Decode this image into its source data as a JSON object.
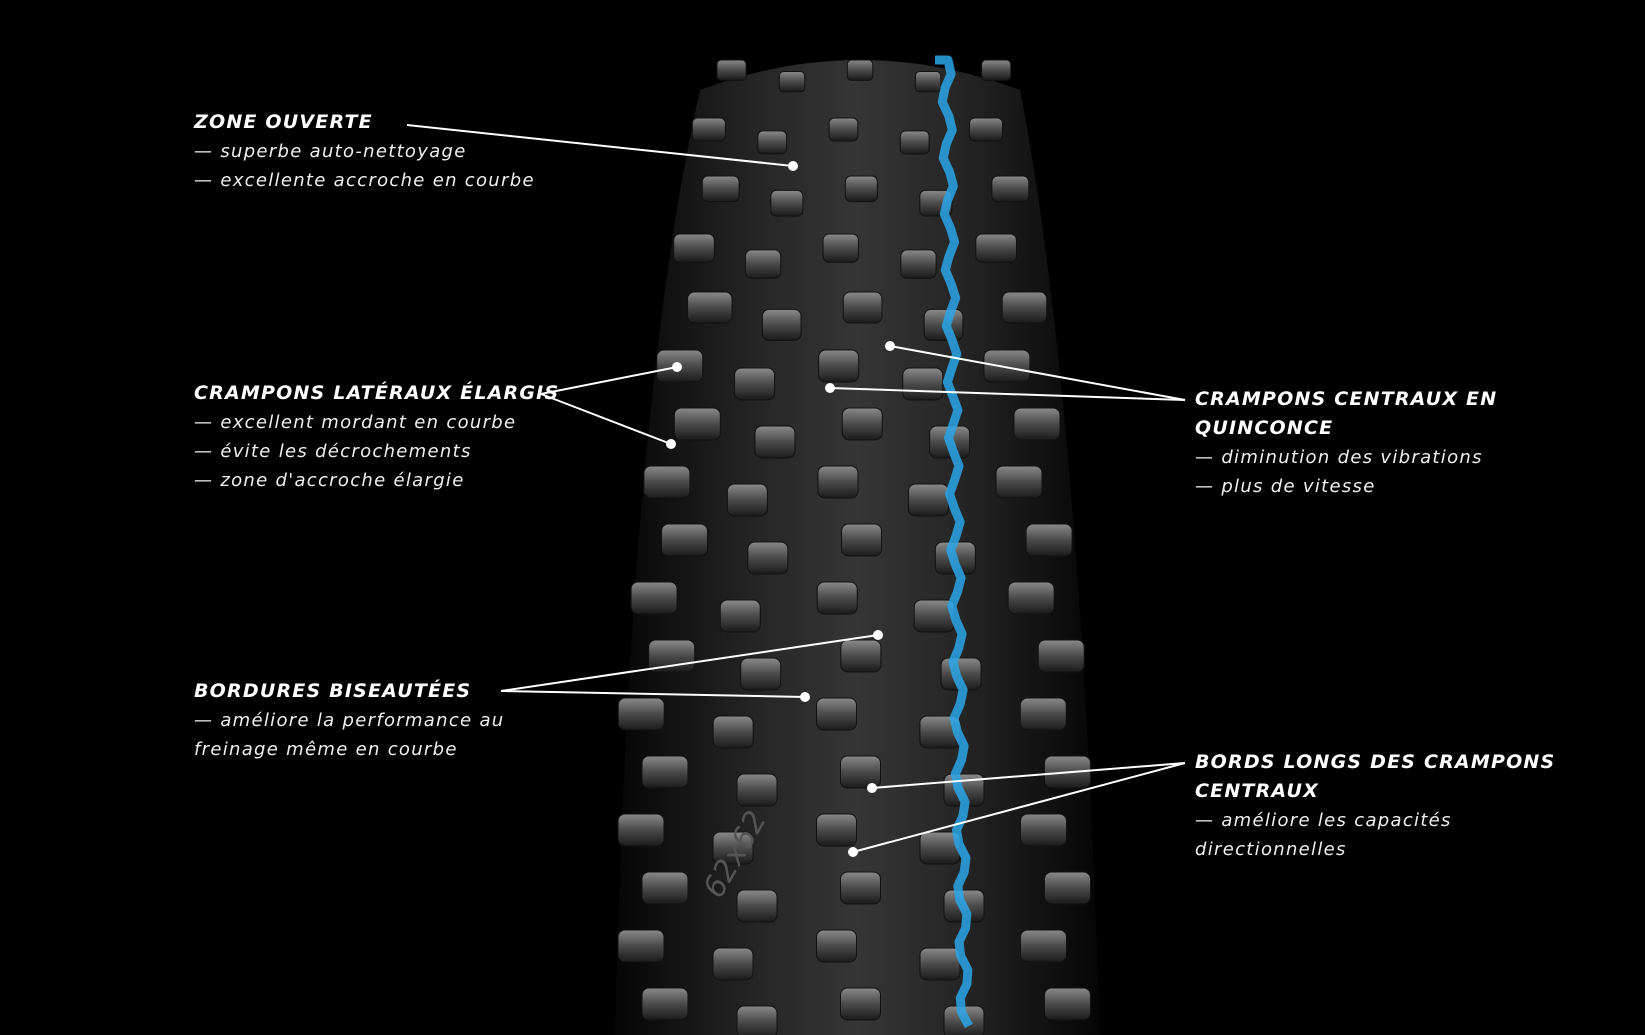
{
  "callouts": [
    {
      "title": "ZONE OUVERTE",
      "lines": [
        "— superbe auto-nettoyage",
        "— excellente accroche en courbe"
      ]
    },
    {
      "title": "CRAMPONS LATÉRAUX ÉLARGIS",
      "lines": [
        "— excellent mordant en courbe",
        "— évite les décrochements",
        "— zone d'accroche élargie"
      ]
    },
    {
      "title": "BORDURES BISEAUTÉES",
      "lines": [
        "— améliore la performance au",
        "freinage même en courbe"
      ]
    },
    {
      "title_lines": [
        "CRAMPONS CENTRAUX EN",
        "QUINCONCE"
      ],
      "lines": [
        "— diminution des vibrations",
        "— plus de vitesse"
      ]
    },
    {
      "title_lines": [
        "BORDS LONGS DES CRAMPONS",
        "CENTRAUX"
      ],
      "lines": [
        "— améliore les capacités",
        "directionnelles"
      ]
    }
  ],
  "tire": {
    "sidewall_marking": "62x62",
    "seam_color": "#2aa6e8",
    "rubber_color": "#1c1c1c",
    "lug_color": "#6a6a6a"
  }
}
